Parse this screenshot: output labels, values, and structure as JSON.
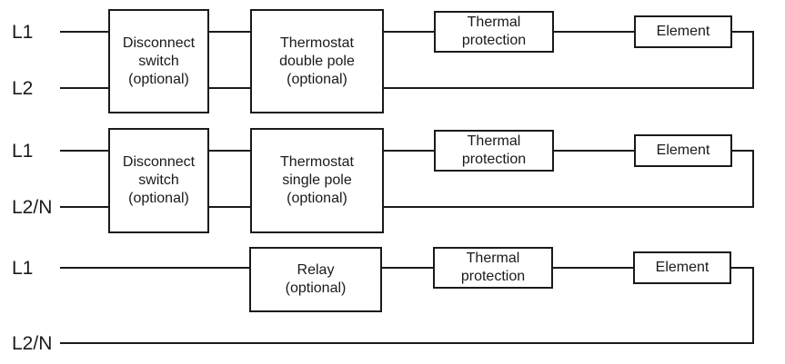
{
  "diagram_1": {
    "terminal_top": "L1",
    "terminal_bottom": "L2",
    "disconnect": "Disconnect\nswitch\n(optional)",
    "thermostat": "Thermostat\ndouble pole\n(optional)",
    "thermal": "Thermal\nprotection",
    "element": "Element"
  },
  "diagram_2": {
    "terminal_top": "L1",
    "terminal_bottom": "L2/N",
    "disconnect": "Disconnect\nswitch\n(optional)",
    "thermostat": "Thermostat\nsingle pole\n(optional)",
    "thermal": "Thermal\nprotection",
    "element": "Element"
  },
  "diagram_3": {
    "terminal_top": "L1",
    "terminal_bottom": "L2/N",
    "relay": "Relay\n(optional)",
    "thermal": "Thermal\nprotection",
    "element": "Element"
  },
  "colors": {
    "line": "#1a1a1a",
    "background": "#ffffff"
  }
}
